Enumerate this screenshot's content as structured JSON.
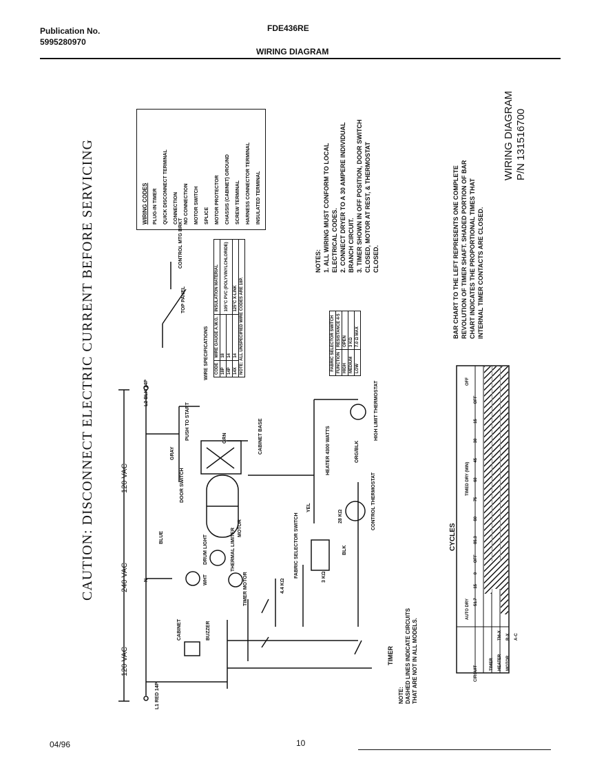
{
  "header": {
    "publication_label": "Publication No.",
    "publication_number": "5995280970",
    "model": "FDE436RE",
    "section_title": "WIRING DIAGRAM"
  },
  "caution": "CAUTION: DISCONNECT ELECTRIC CURRENT BEFORE SERVICING",
  "diagram_title": {
    "line1": "WIRING DIAGRAM",
    "line2": "P/N 131516700"
  },
  "voltages": {
    "v240": "240 VAC",
    "v120_left": "120 VAC",
    "v120_right": "120 VAC"
  },
  "components": {
    "l1": "L1 RED 14P",
    "l2": "L2 BLK 14P",
    "n": "N",
    "push_to_start": "PUSH TO START",
    "door_switch": "DOOR SWITCH",
    "drum_light": "DRUM LIGHT",
    "thermal_limiter": "THERMAL LIMITER",
    "motor": "MOTOR",
    "heater": "HEATER 4300 WATTS",
    "hi_limit": "HIGH LIMIT THERMOSTAT",
    "control_thermostat": "CONTROL THERMOSTAT",
    "fabric_selector_switch": "FABRIC SELECTOR SWITCH",
    "timer_motor": "TIMER MOTOR",
    "buzzer": "BUZZER",
    "cabinet": "CABINET",
    "cabinet_base": "CABINET BASE",
    "timer": "TIMER",
    "top_panel": "TOP PANEL",
    "control_mtg_bkt": "CONTROL MTG BRKT",
    "wire_blue": "BLUE",
    "wire_gray": "GRAY",
    "wire_wht": "WHT",
    "wire_yel": "YEL",
    "wire_blk": "BLK",
    "wire_grn": "GRN",
    "wire_org_blk": "ORG/BLK",
    "res_44k": "4.4 KΩ",
    "res_3k": "3 KΩ",
    "res_28k": "28 KΩ"
  },
  "note_dashed": {
    "title": "NOTE:",
    "text": "DASHED LINES INDICATE CIRCUITS THAT ARE NOT IN ALL MODELS."
  },
  "wiring_codes": {
    "title": "WIRING CODES",
    "items": [
      "PLUG-IN TIMER",
      "QUICK DISCONNECT TERMINAL",
      "CONNECTION",
      "NO CONNECTION",
      "MOTOR SWITCH",
      "SPLICE",
      "MOTOR PROTECTOR",
      "CHASSIS (CABINET) GROUND",
      "SCREW TERMINAL",
      "HARNESS CONNECTOR TERMINAL",
      "INSULATED TERMINAL"
    ]
  },
  "notes": {
    "title": "NOTES:",
    "items": [
      "1. ALL WIRING MUST CONFORM TO LOCAL ELECTRICAL CODES.",
      "2. CONNECT DRYER TO A 30 AMPERE INDIVIDUAL BRANCH CIRCUIT.",
      "3. TIMER SHOWN IN OFF POSITION, DOOR SWITCH CLOSED, MOTOR AT REST, & THERMOSTAT CLOSED."
    ]
  },
  "wire_specs": {
    "title": "WIRE SPECIFICATIONS",
    "headers": [
      "CODE",
      "WIRE GAUGE A.W.G.",
      "INSULATION MATERIAL"
    ],
    "rows": [
      [
        "18P",
        "18",
        "105°C PVC (POLYVINYLCHLORIDE)"
      ],
      [
        "14P",
        "14",
        ""
      ],
      [
        "14X",
        "14",
        "125°C X-LINK"
      ]
    ],
    "note": "NOTE: ALL UNSPECIFIED WIRE CODES ARE 18P."
  },
  "fabric_selector": {
    "title": "FABRIC SELECTOR SWITCH",
    "headers": [
      "FUNCTION",
      "RESISTANCE 4-5"
    ],
    "rows": [
      [
        "HIGH",
        "OPEN"
      ],
      [
        "MEDIUM",
        "3 KΩ"
      ],
      [
        "LOW",
        "7.0 Ω MAX"
      ]
    ]
  },
  "bar_chart_note": "BAR CHART TO THE LEFT REPRESENTS ONE COMPLETE REVOLUTION OF TIMER SHAFT. SHADED PORTION OF BAR CHART INDICATES THE PROPORTIONAL TIMES THAT INTERNAL TIMER CONTACTS ARE CLOSED.",
  "cycles": {
    "title": "CYCLES",
    "circuit_label": "CIRCUIT",
    "columns": [
      "AUTO DRY",
      "TIMED DRY (MIN)",
      "OFF"
    ],
    "ticks": [
      "51.7",
      "15",
      "0",
      "OFF",
      "85.3",
      "80",
      "75",
      "60",
      "45",
      "30",
      "15",
      "OFF"
    ],
    "rows": [
      {
        "name": "TIMER",
        "contacts": "TM-X"
      },
      {
        "name": "HEATER",
        "contacts": "R-X"
      },
      {
        "name": "MOTOR",
        "contacts": "A-C"
      }
    ]
  },
  "footer": {
    "date": "04/96",
    "page": "10"
  }
}
